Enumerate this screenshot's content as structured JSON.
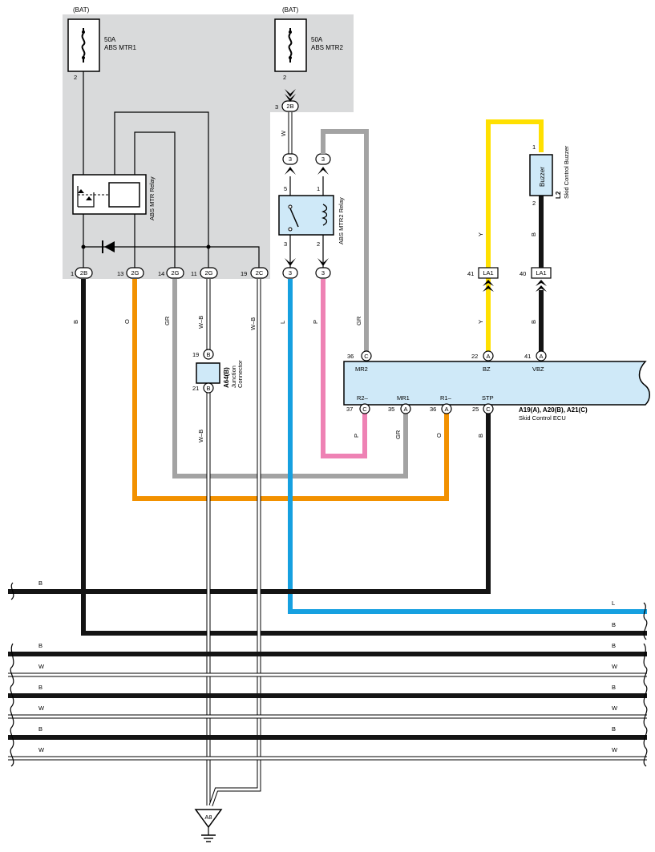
{
  "colors": {
    "B": "#141414",
    "W": "#ffffff",
    "O": "#f29100",
    "GR": "#a3a3a3",
    "L": "#16a0e0",
    "P": "#ee82b4",
    "Y": "#ffe000",
    "panel": "#d9dadb",
    "ecu": "#cfe9f8",
    "connector": "#d4ecfa"
  },
  "fuses": [
    {
      "source": "(BAT)",
      "rating": "50A",
      "name": "ABS MTR1",
      "pin": "2"
    },
    {
      "source": "(BAT)",
      "rating": "50A",
      "name": "ABS MTR2",
      "pin": "2"
    }
  ],
  "relays": {
    "mtr1": {
      "label": "ABS MTR Relay"
    },
    "mtr2": {
      "label": "ABS MTR2 Relay",
      "pins": [
        "5",
        "1",
        "3",
        "2"
      ]
    }
  },
  "buzzer": {
    "text": "Buzzer",
    "code": "L2",
    "label": "Skid Control Buzzer",
    "pins": [
      "1",
      "2"
    ]
  },
  "connectors": {
    "panel_2B_top": {
      "pin": "3",
      "code": "2B"
    },
    "c3_left_top": {
      "code": "3"
    },
    "c3_right_top": {
      "code": "3"
    },
    "bottom": [
      {
        "pin": "1",
        "code": "2B"
      },
      {
        "pin": "13",
        "code": "2G"
      },
      {
        "pin": "14",
        "code": "2G"
      },
      {
        "pin": "11",
        "code": "2G"
      },
      {
        "pin": "19",
        "code": "2C"
      },
      {
        "pin": "",
        "code": "3"
      },
      {
        "pin": "",
        "code": "3"
      }
    ],
    "la1": [
      {
        "pin": "41",
        "code": "LA1"
      },
      {
        "pin": "40",
        "code": "LA1"
      }
    ],
    "junction": {
      "code": "A64(B)",
      "line1": "Junction",
      "line2": "Connector",
      "pin_top": "19",
      "pin_bottom": "21",
      "letter": "B"
    }
  },
  "ecu": {
    "name": "Skid Control ECU",
    "codes": "A19(A), A20(B), A21(C)",
    "top_pins": [
      {
        "num": "36",
        "conn": "C",
        "name": "MR2"
      },
      {
        "num": "22",
        "conn": "A",
        "name": "BZ"
      },
      {
        "num": "41",
        "conn": "A",
        "name": "VBZ"
      }
    ],
    "bottom_pins": [
      {
        "num": "37",
        "conn": "C",
        "name": "R2–"
      },
      {
        "num": "35",
        "conn": "A",
        "name": "MR1"
      },
      {
        "num": "36",
        "conn": "A",
        "name": "R1–"
      },
      {
        "num": "25",
        "conn": "C",
        "name": "STP"
      }
    ]
  },
  "wire_labels": {
    "w_2b": "W",
    "b_left": "B",
    "o_left": "O",
    "gr_left": "GR",
    "wb_1": "W–B",
    "wb_2": "W–B",
    "wb_3": "W–B",
    "l_vert": "L",
    "p_vert": "P",
    "gr_vert": "GR",
    "y_up": "Y",
    "y_low": "Y",
    "b_buz": "B",
    "b_low": "B",
    "p_ecu": "P",
    "gr_ecu": "GR",
    "o_ecu": "O",
    "b_ecu": "B"
  },
  "harness": {
    "b_top_left": "B",
    "l_right": "L",
    "b_right_1": "B",
    "rows": [
      {
        "color": "B",
        "label": "B"
      },
      {
        "color": "W",
        "label": "W"
      },
      {
        "color": "B",
        "label": "B"
      },
      {
        "color": "W",
        "label": "W"
      },
      {
        "color": "B",
        "label": "B"
      },
      {
        "color": "W",
        "label": "W"
      }
    ]
  },
  "ground": {
    "code": "A8"
  }
}
